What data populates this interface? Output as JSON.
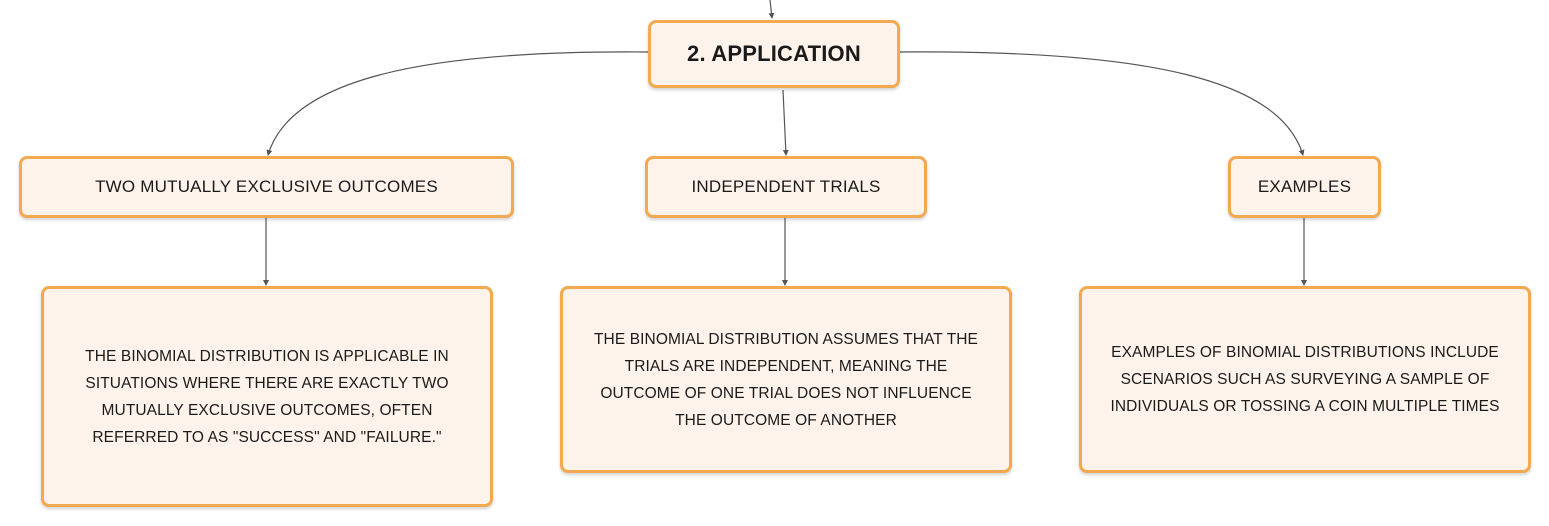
{
  "root": {
    "label": "2. APPLICATION"
  },
  "branches": [
    {
      "title": "TWO MUTUALLY EXCLUSIVE OUTCOMES",
      "detail": "THE BINOMIAL DISTRIBUTION IS APPLICABLE IN SITUATIONS WHERE THERE ARE EXACTLY TWO MUTUALLY EXCLUSIVE OUTCOMES, OFTEN REFERRED TO AS \"SUCCESS\" AND \"FAILURE.\""
    },
    {
      "title": "INDEPENDENT TRIALS",
      "detail": "THE BINOMIAL DISTRIBUTION ASSUMES THAT THE TRIALS ARE INDEPENDENT, MEANING THE OUTCOME OF ONE TRIAL DOES NOT INFLUENCE THE OUTCOME OF ANOTHER"
    },
    {
      "title": "EXAMPLES",
      "detail": "EXAMPLES OF BINOMIAL DISTRIBUTIONS INCLUDE SCENARIOS SUCH AS SURVEYING A SAMPLE OF INDIVIDUALS OR TOSSING A COIN MULTIPLE TIMES"
    }
  ],
  "colors": {
    "node_fill": "#fdf3ea",
    "node_border": "#f2a950",
    "connector": "#555555"
  }
}
